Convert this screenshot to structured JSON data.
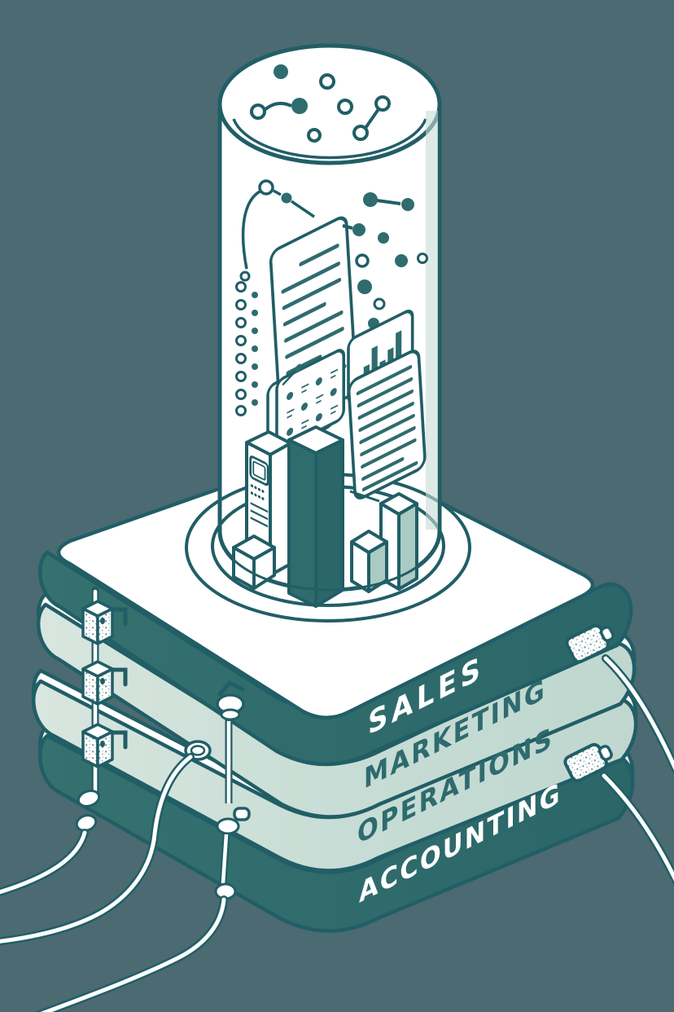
{
  "scene": {
    "description": "Isometric illustration of departmental data silos: a glass dome containing analytics (documents, bar charts, data towers) on top of a stack of department slabs with unplugged cables and connectors",
    "stack": {
      "layers": [
        {
          "label": "SALES",
          "tone": "dark"
        },
        {
          "label": "MARKETING",
          "tone": "mint"
        },
        {
          "label": "OPERATIONS",
          "tone": "mint"
        },
        {
          "label": "ACCOUNTING",
          "tone": "dark"
        }
      ]
    },
    "palette": {
      "background": "#4B6A72",
      "ink_outline": "#215E66",
      "dark_band": "#2F6C6E",
      "mint_band": "#C6DCD4",
      "mint_band_light": "#D8E6DF",
      "pillar_mint": "#A9CBC3",
      "white": "#FFFFFF"
    },
    "elements": [
      "glass-dome",
      "scatter-dots",
      "network-nodes",
      "document-card",
      "bar-chart-card",
      "dashboard-chip-card",
      "report-document",
      "server-tower",
      "data-tower",
      "data-cube",
      "data-pillars",
      "platform-rings",
      "cable-connectors",
      "plug-connectors",
      "cables"
    ]
  }
}
